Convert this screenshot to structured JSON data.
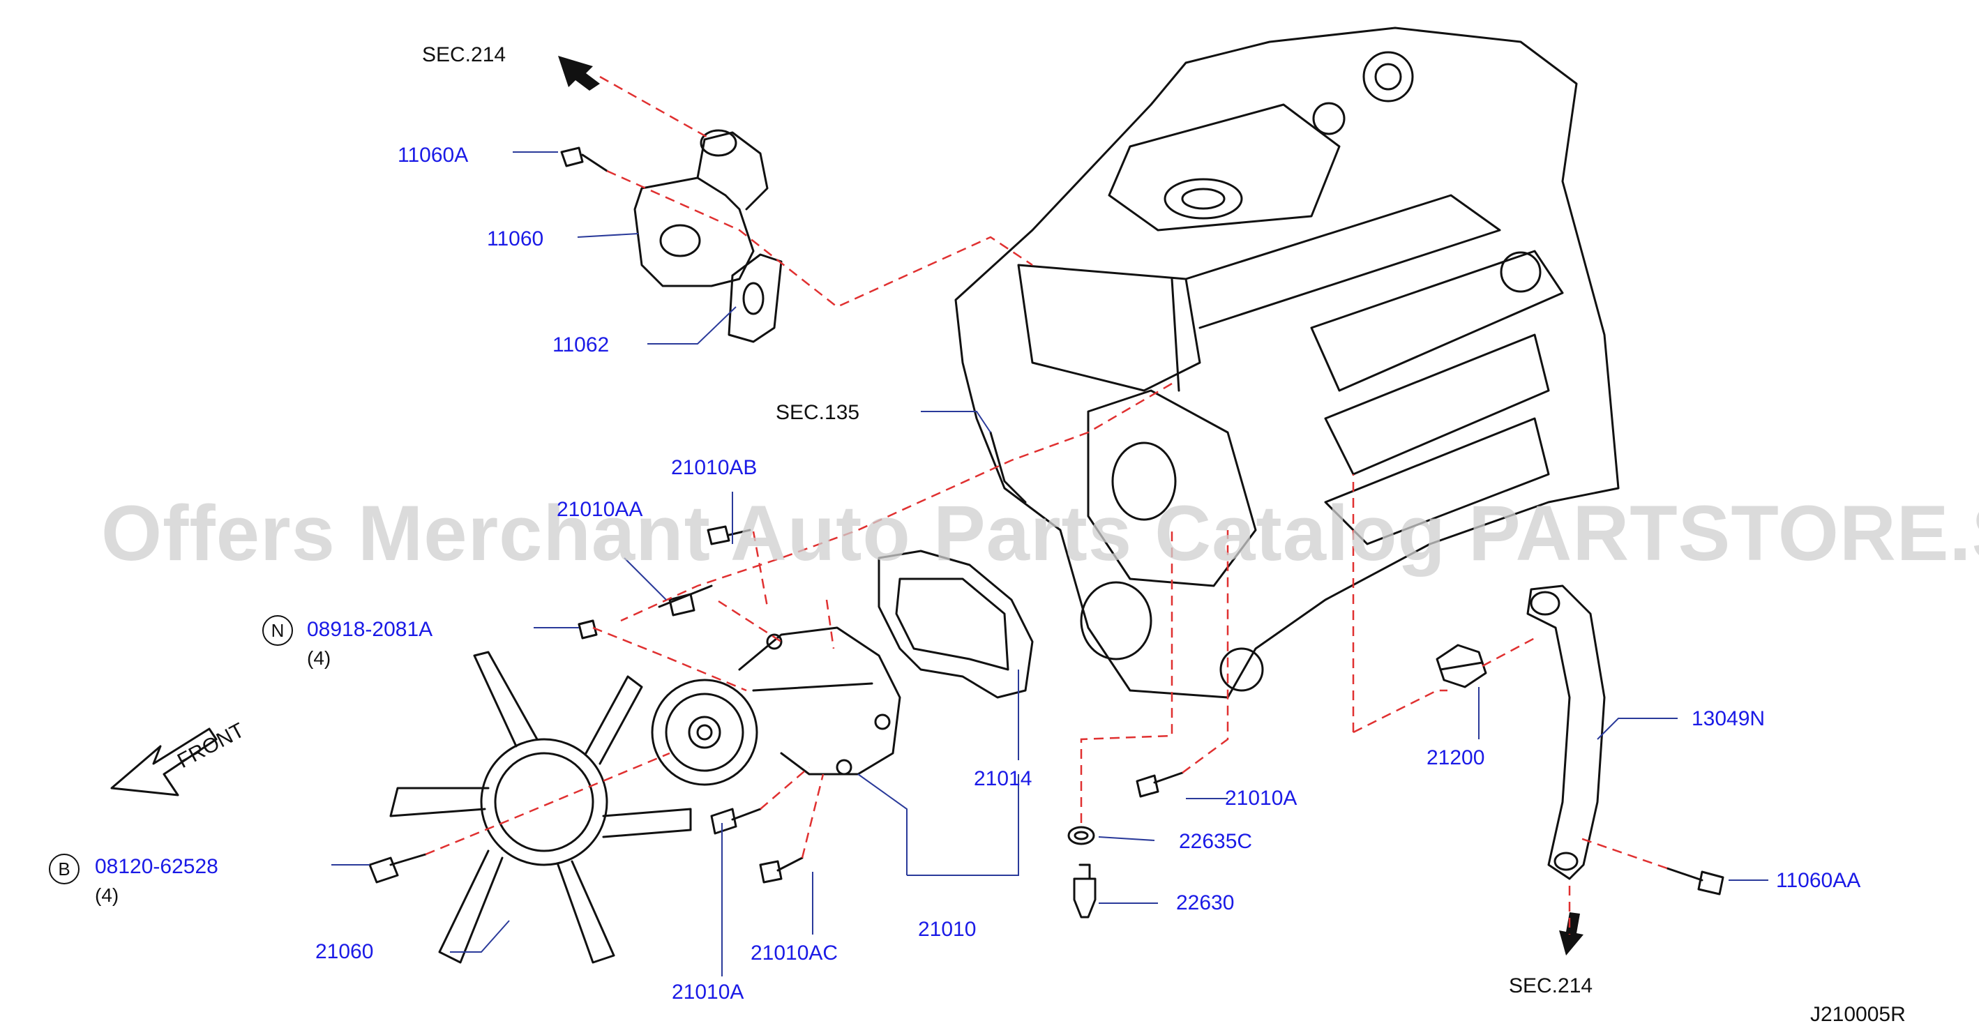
{
  "watermark": "Offers Merchant Auto Parts Catalog PARTSTORE.SA",
  "diagram_code": "J210005R",
  "front_label": "FRONT",
  "sections": {
    "sec214_top": "SEC.214",
    "sec135": "SEC.135",
    "sec214_bottom": "SEC.214"
  },
  "parts": {
    "p11060A": "11060A",
    "p11060": "11060",
    "p11062": "11062",
    "p21010AB": "21010AB",
    "p21010AA": "21010AA",
    "p08918": "08918-2081A",
    "p08918_qty": "(4)",
    "p08918_badge": "N",
    "p21014": "21014",
    "p21010": "21010",
    "p21010AC": "21010AC",
    "p21010A_bottom": "21010A",
    "p21060": "21060",
    "p08120": "08120-62528",
    "p08120_qty": "(4)",
    "p08120_badge": "B",
    "p21200": "21200",
    "p13049N": "13049N",
    "p21010A_right": "21010A",
    "p22635C": "22635C",
    "p22630": "22630",
    "p11060AA": "11060AA"
  },
  "colors": {
    "label": "#1a1ae6",
    "dash": "#e03030",
    "line": "#111111",
    "leader": "#2a3a9a"
  }
}
